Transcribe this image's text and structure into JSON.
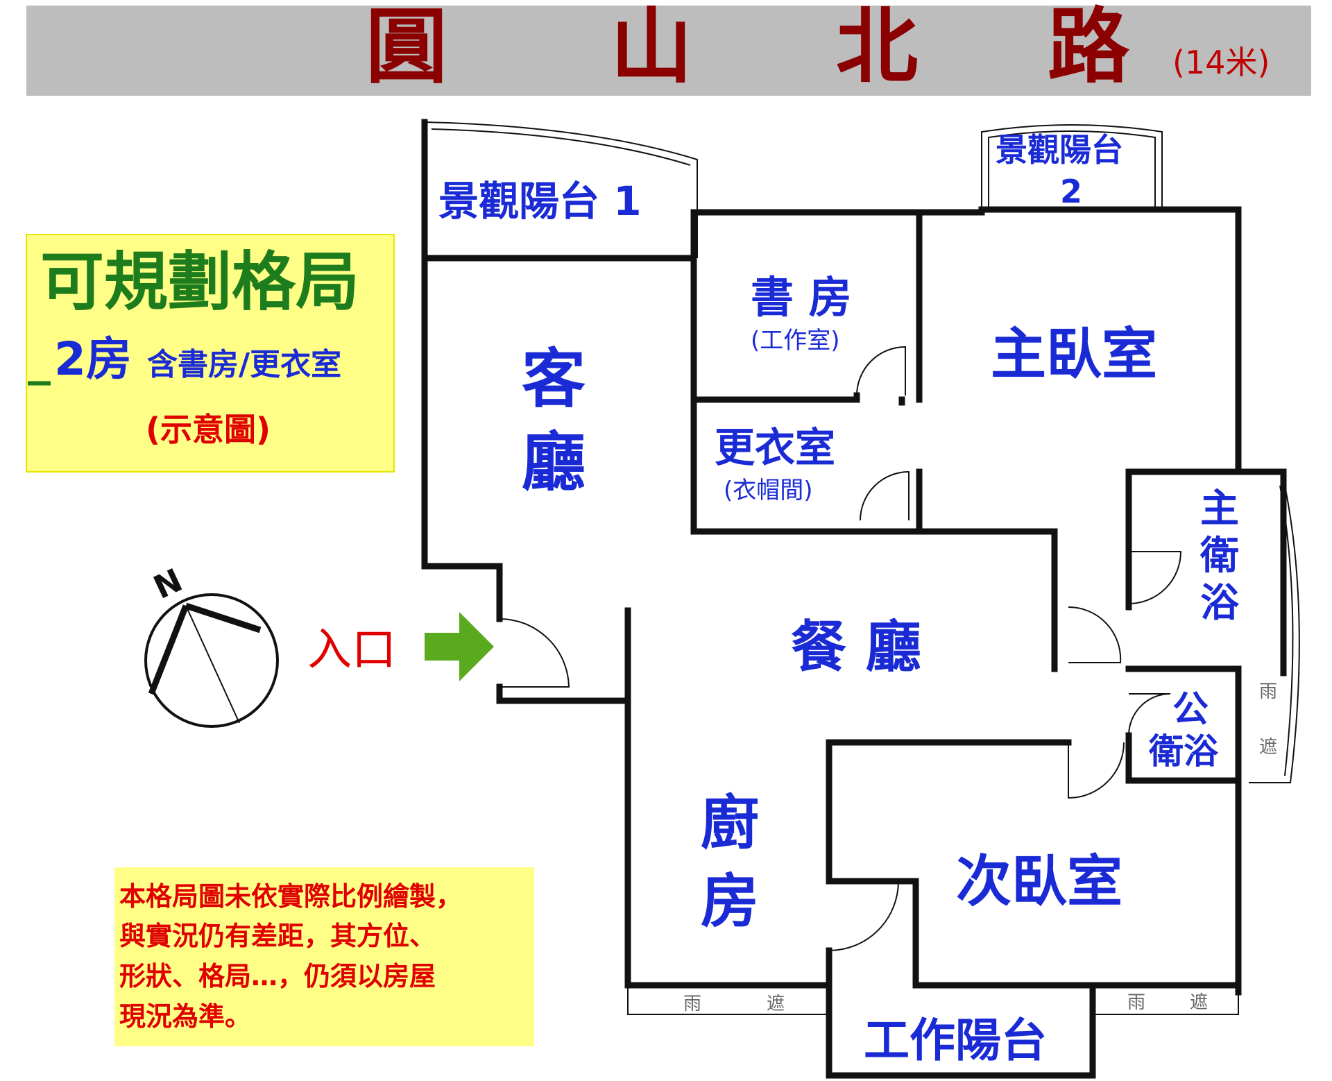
{
  "street": {
    "chars": [
      "圓",
      "山",
      "北",
      "路"
    ],
    "width": "(14米)"
  },
  "legend": {
    "title": "可規劃格局",
    "prefix": "_",
    "rooms_num": "2房",
    "rooms_detail": "含書房/更衣室",
    "note": "(示意圖)"
  },
  "entrance": "入口",
  "compass": "N",
  "rooms": {
    "balcony1": "景觀陽台 1",
    "balcony2_line1": "景觀陽台",
    "balcony2_line2": "2",
    "study": "書  房",
    "study_sub": "(工作室)",
    "closet": "更衣室",
    "closet_sub": "(衣帽間)",
    "master": "主臥室",
    "living_1": "客",
    "living_2": "廳",
    "dining": "餐  廳",
    "master_bath_1": "主",
    "master_bath_2": "衛",
    "master_bath_3": "浴",
    "public_bath_1": "公",
    "public_bath_2": "衛浴",
    "kitchen_1": "廚",
    "kitchen_2": "房",
    "second": "次臥室",
    "work_balcony": "工作陽台",
    "rain_1": "雨",
    "rain_2": "遮"
  },
  "disclaimer": [
    "本格局圖未依實際比例繪製，",
    "與實況仍有差距，其方位、",
    "形狀、格局…，仍須以房屋",
    "現況為準。"
  ],
  "colors": {
    "room_label": "#1a2bd6",
    "street": "#8b0000",
    "legend_title": "#1d7d1d",
    "accent_red": "#e00000",
    "legend_bg": "#ffff88",
    "arrow": "#5aaa1e"
  }
}
